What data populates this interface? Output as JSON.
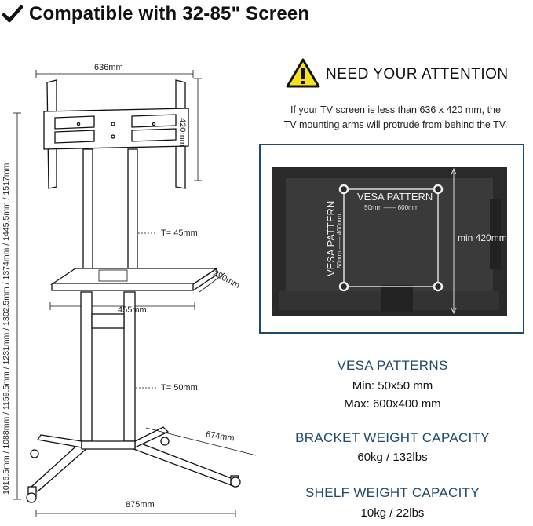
{
  "heading": {
    "title": "Compatible with 32-85\" Screen"
  },
  "attention": {
    "title": "NEED YOUR ATTENTION",
    "note_line1": "If your TV screen is less than 636 x 420 mm, the",
    "note_line2": "TV mounting arms will protrude from behind the TV."
  },
  "stand_dimensions": {
    "bracket_width": "636mm",
    "bracket_height": "420mm",
    "heights": "1016.5mm / 1088mm / 1159.5mm / 1231mm / 1302.5mm / 1374mm / 1445.5mm / 1517mm",
    "upper_tube": "T= 45mm",
    "shelf_width": "455mm",
    "shelf_depth": "290mm",
    "lower_tube": "T= 50mm",
    "base_depth": "674mm",
    "base_width": "875mm"
  },
  "tv_diagram": {
    "vesa_h_label": "VESA PATTERN",
    "vesa_h_range": "50mm —— 600mm",
    "vesa_v_label": "VESA PATTERN",
    "vesa_v_range": "50mm —— 400mm",
    "min_height": "min 420mm"
  },
  "specs": {
    "vesa_title": "VESA PATTERNS",
    "vesa_min": "Min: 50x50 mm",
    "vesa_max": "Max: 600x400 mm",
    "bracket_title": "BRACKET WEIGHT CAPACITY",
    "bracket_value": "60kg / 132lbs",
    "shelf_title": "SHELF WEIGHT CAPACITY",
    "shelf_value": "10kg / 22lbs"
  },
  "colors": {
    "accent": "#1e4a6d",
    "warning": "#f5e21a"
  }
}
